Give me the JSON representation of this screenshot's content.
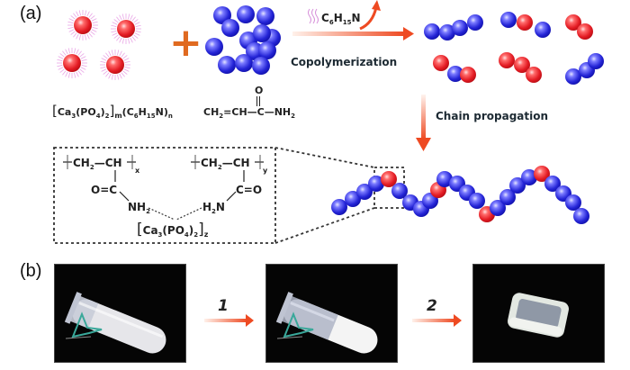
{
  "figure": {
    "panel_a_label": "(a)",
    "panel_b_label": "(b)",
    "colors": {
      "nanoparticle_red": "#e8202a",
      "monomer_blue": "#2a2ad8",
      "arrow_orange": "#ee5a2e",
      "plus_orange": "#e06a20",
      "halo_pink": "#e9a6e6",
      "dashed_box": "#333333",
      "photo_bg": "#050505"
    },
    "panel_a": {
      "nanoparticle_formula": {
        "main": "[Ca",
        "parts": [
          "[Ca",
          "3",
          "(PO",
          "4",
          ")",
          "2",
          "]",
          "m",
          "(C",
          "6",
          "H",
          "15",
          "N)",
          "n"
        ]
      },
      "monomer_formula": {
        "left": "CH",
        "sub": "2",
        "rest": "=CH—C—NH",
        "nh_sub": "2",
        "oxygen": "O"
      },
      "plus_sign": "+",
      "released_molecule": {
        "c": "C",
        "c_sub": "6",
        "h": "H",
        "h_sub": "15",
        "n": "N"
      },
      "step1_label": "Copolymerization",
      "step2_label": "Chain propagation",
      "oligomers": [
        [
          "blue",
          "blue",
          "blue",
          "blue"
        ],
        [
          "blue",
          "red",
          "blue"
        ],
        [
          "red",
          "red"
        ],
        [
          "red",
          "blue",
          "red"
        ],
        [
          "red",
          "red",
          "red"
        ],
        [
          "blue",
          "blue",
          "blue"
        ]
      ],
      "chain_sequence": [
        "blue",
        "blue",
        "blue",
        "blue",
        "red",
        "blue",
        "blue",
        "blue",
        "blue",
        "red",
        "blue",
        "blue",
        "blue",
        "blue",
        "red",
        "blue",
        "blue",
        "blue",
        "blue",
        "red",
        "blue",
        "blue",
        "blue",
        "blue"
      ],
      "inset": {
        "left_unit": {
          "backbone": "CH₂—CH",
          "subscript": "x",
          "carbonyl": "O=C",
          "amine": "NH₂"
        },
        "right_unit": {
          "backbone": "CH₂—CH",
          "subscript": "y",
          "carbonyl": "C=O",
          "amine": "H₂N"
        },
        "core": {
          "text": "Ca₃(PO₄)₂",
          "subscript": "z"
        }
      }
    },
    "panel_b": {
      "photos": [
        {
          "name": "photo-sol-tube",
          "description": "tube with milky suspension"
        },
        {
          "name": "photo-gel-tube",
          "description": "tube with gelled white solid"
        },
        {
          "name": "photo-hydrogel-block",
          "description": "translucent hydrogel block"
        }
      ],
      "step_labels": [
        "1",
        "2"
      ]
    }
  }
}
